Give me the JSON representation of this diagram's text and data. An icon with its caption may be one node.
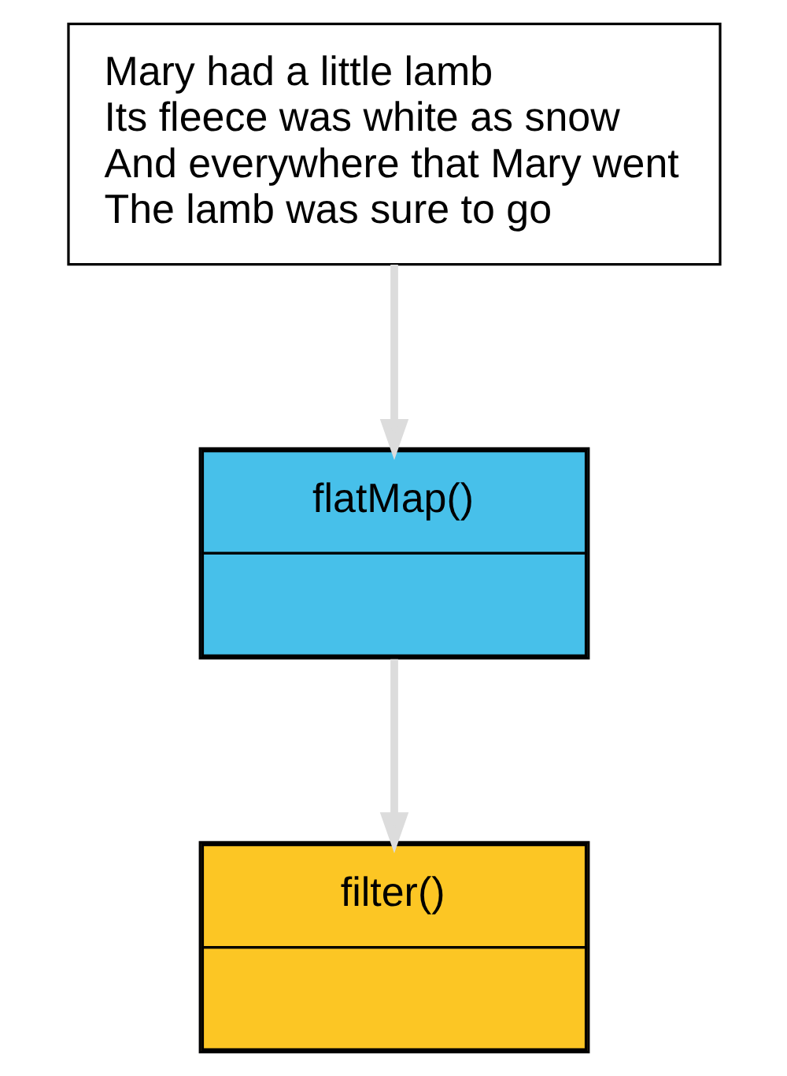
{
  "diagram": {
    "nodes": [
      {
        "text": [
          "Mary had a little lamb",
          "Its fleece was white as snow",
          "And everywhere that Mary went",
          "The lamb was sure to go"
        ]
      },
      {
        "text": [
          "flatMap()"
        ]
      },
      {
        "text": [
          "filter()"
        ]
      }
    ],
    "edges": [
      {
        "from": 0,
        "to": 1,
        "arrow": "to"
      },
      {
        "from": 1,
        "to": 2,
        "arrow": "to"
      }
    ]
  }
}
